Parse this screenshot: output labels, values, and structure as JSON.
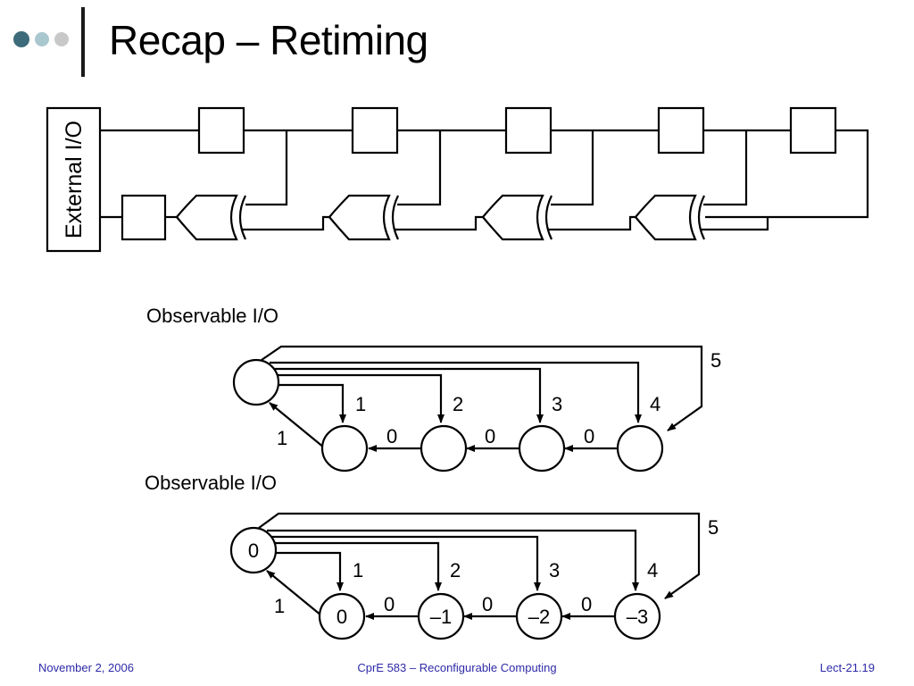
{
  "slide": {
    "title": "Recap – Retiming"
  },
  "circuit": {
    "io_label": "External I/O"
  },
  "graph_original": {
    "caption": "Observable I/O",
    "host_label": "",
    "nodes": [
      {
        "id": "n1",
        "label": ""
      },
      {
        "id": "n2",
        "label": ""
      },
      {
        "id": "n3",
        "label": ""
      },
      {
        "id": "n4",
        "label": ""
      }
    ],
    "chain_weights": [
      "0",
      "0",
      "0"
    ],
    "return_weight": "1",
    "fanout_weights": [
      "1",
      "2",
      "3",
      "4"
    ],
    "loop_weight": "5"
  },
  "graph_retimed": {
    "caption": "Observable I/O",
    "host_label": "0",
    "nodes": [
      {
        "id": "n1",
        "label": "0"
      },
      {
        "id": "n2",
        "label": "–1"
      },
      {
        "id": "n3",
        "label": "–2"
      },
      {
        "id": "n4",
        "label": "–3"
      }
    ],
    "chain_weights": [
      "0",
      "0",
      "0"
    ],
    "return_weight": "1",
    "fanout_weights": [
      "1",
      "2",
      "3",
      "4"
    ],
    "loop_weight": "5"
  },
  "footer": {
    "date": "November 2, 2006",
    "course": "CprE 583 – Reconfigurable Computing",
    "lecture": "Lect-21.19"
  },
  "colors": {
    "accent_dark": "#3d6b79",
    "accent_light": "#a9c7cf",
    "dot_gray": "#c8c8c8",
    "footer_text": "#2e2aa8"
  }
}
